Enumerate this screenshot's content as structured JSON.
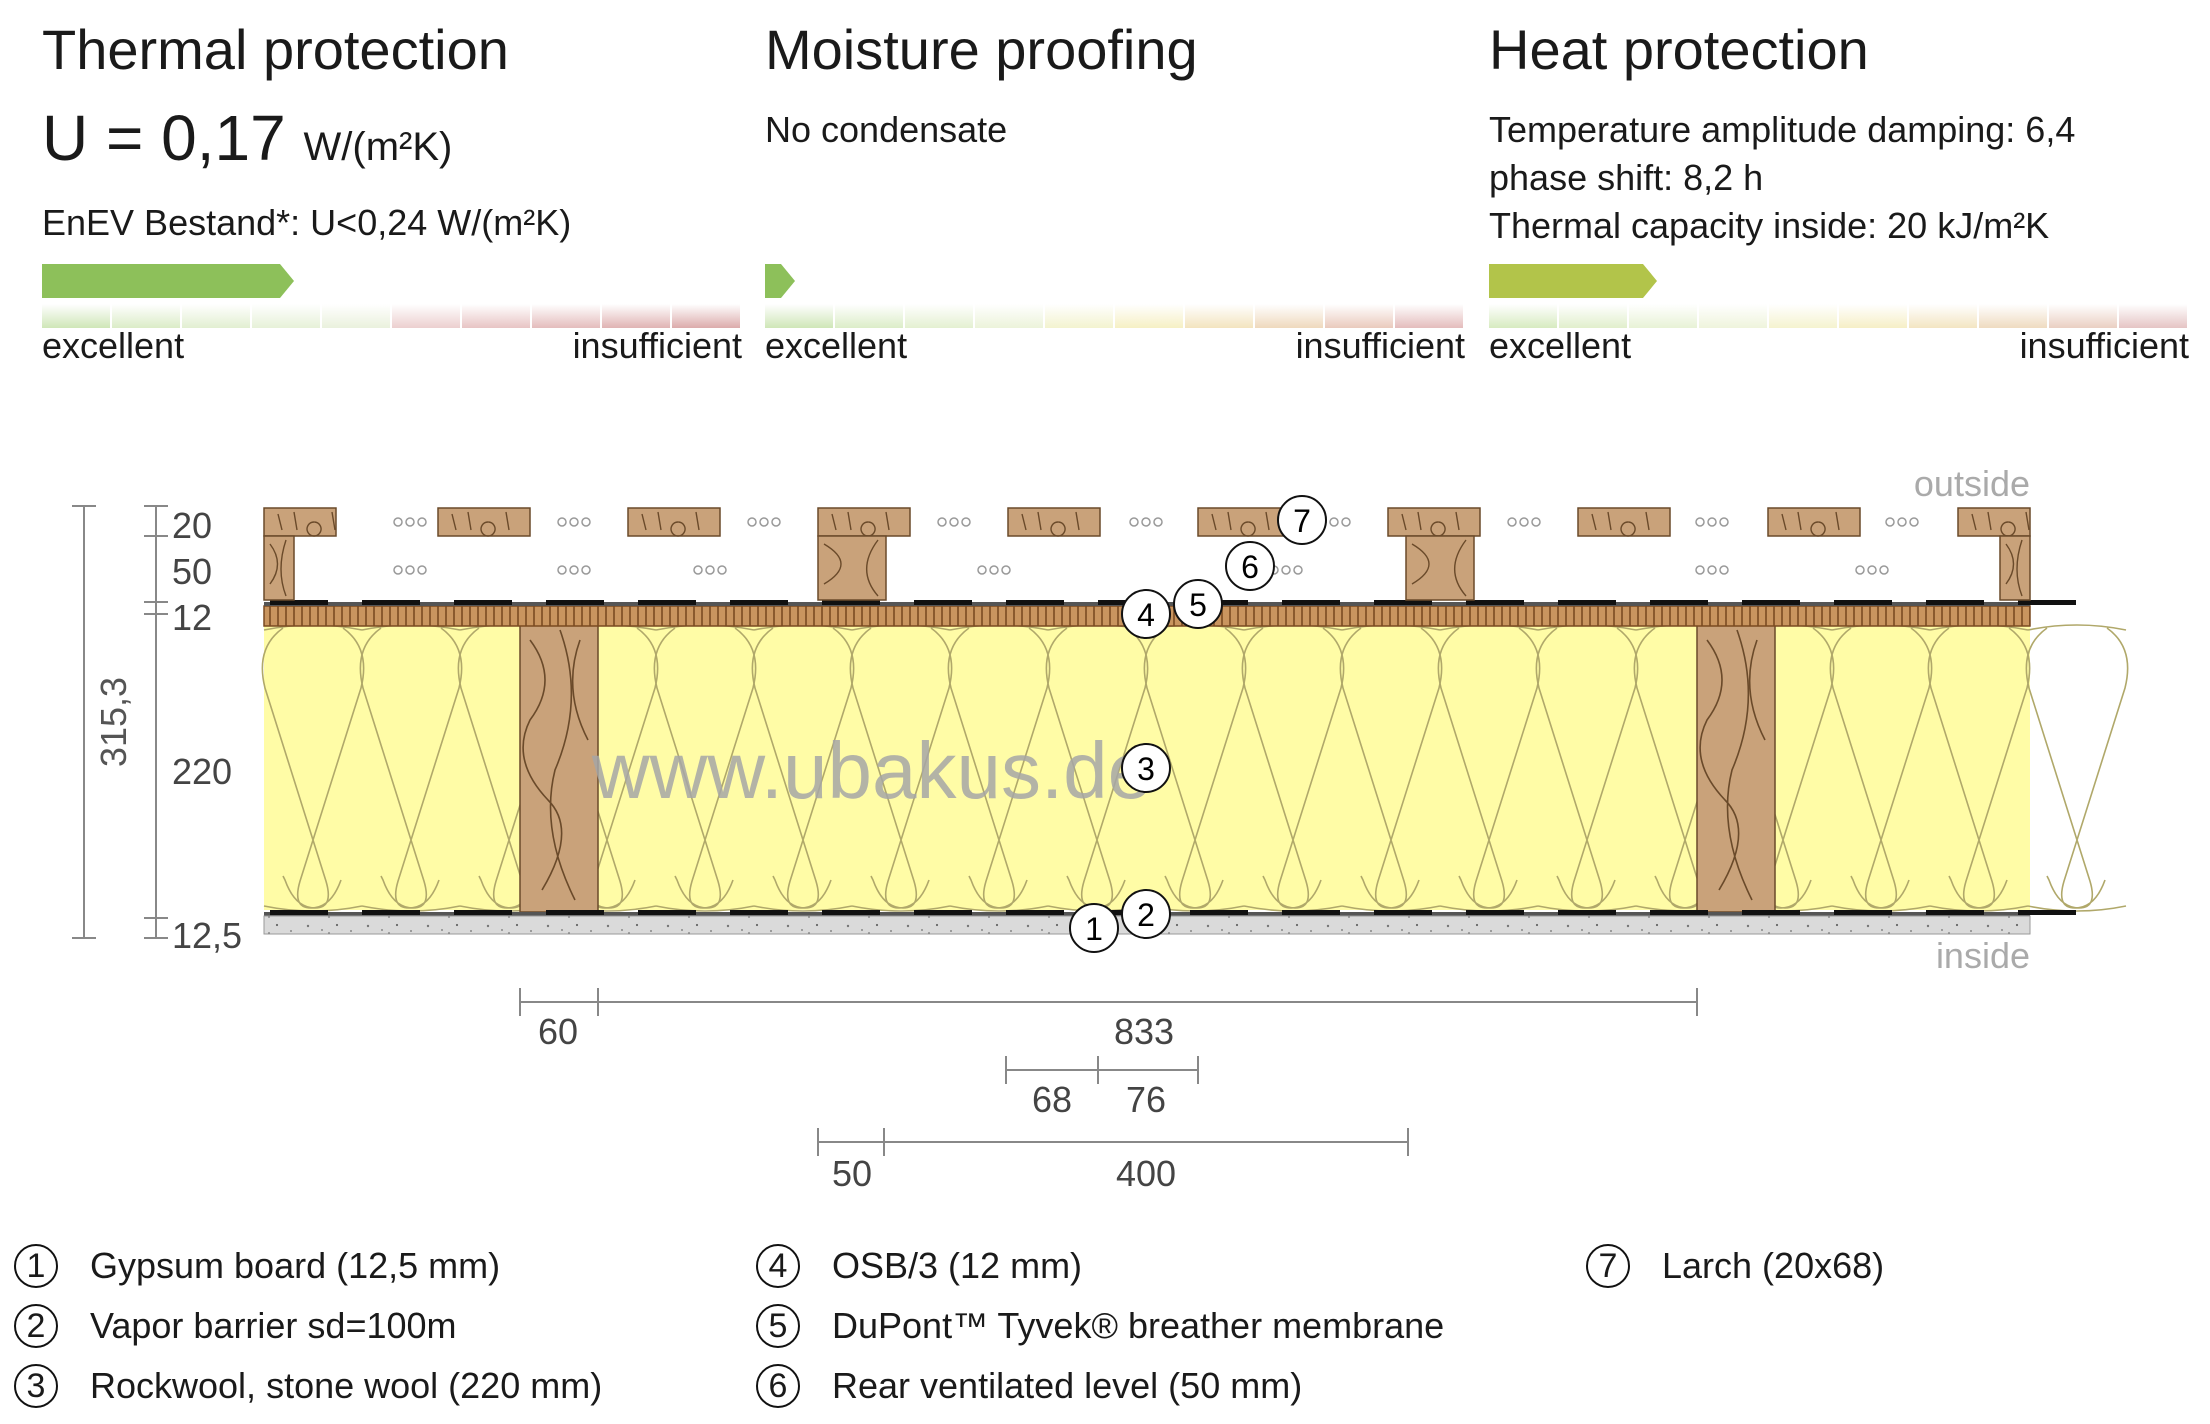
{
  "thermal": {
    "title": "Thermal protection",
    "u_value": "U = 0,17",
    "u_unit": "W/(m²K)",
    "requirement": "EnEV Bestand*: U<0,24 W/(m²K)",
    "rating_fraction": 0.36,
    "scale_left": "excellent",
    "scale_right": "insufficient",
    "arrow_color": "#8dc05a"
  },
  "moisture": {
    "title": "Moisture proofing",
    "status": "No condensate",
    "rating_fraction": 0.04,
    "scale_left": "excellent",
    "scale_right": "insufficient",
    "arrow_color": "#8dc05a"
  },
  "heat": {
    "title": "Heat protection",
    "line1": "Temperature amplitude damping: 6,4",
    "line2": "phase shift: 8,2 h",
    "line3": "Thermal capacity inside: 20 kJ/m²K",
    "rating_fraction": 0.24,
    "scale_left": "excellent",
    "scale_right": "insufficient",
    "arrow_color": "#b2c44a"
  },
  "diagram": {
    "label_outside": "outside",
    "label_inside": "inside",
    "watermark": "www.ubakus.de",
    "total_thickness": "315,3",
    "layer_thicknesses": [
      "20",
      "50",
      "12",
      "220",
      "12,5"
    ],
    "dim_60": "60",
    "dim_833": "833",
    "dim_68": "68",
    "dim_76": "76",
    "dim_50": "50",
    "dim_400": "400",
    "markers": [
      "1",
      "2",
      "3",
      "4",
      "5",
      "6",
      "7"
    ],
    "colors": {
      "insulation": "#fffca6",
      "wood": "#c9a27a",
      "osb": "#c9955f",
      "gypsum": "#d8d8d8",
      "membrane": "#111111",
      "dimension": "#888888"
    }
  },
  "legend": [
    {
      "num": "1",
      "text": "Gypsum board (12,5 mm)"
    },
    {
      "num": "2",
      "text": "Vapor barrier sd=100m"
    },
    {
      "num": "3",
      "text": "Rockwool, stone wool (220 mm)"
    },
    {
      "num": "4",
      "text": "OSB/3 (12 mm)"
    },
    {
      "num": "5",
      "text": "DuPont™ Tyvek® breather membrane"
    },
    {
      "num": "6",
      "text": "Rear ventilated level (50 mm)"
    },
    {
      "num": "7",
      "text": "Larch (20x68)"
    }
  ]
}
